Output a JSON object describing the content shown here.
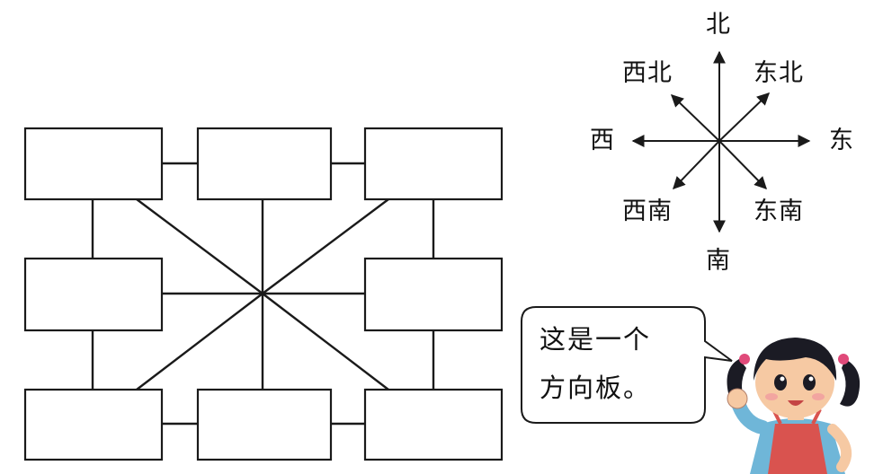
{
  "compass": {
    "north": "北",
    "south": "南",
    "east": "东",
    "west": "西",
    "northeast": "东北",
    "northwest": "西北",
    "southeast": "东南",
    "southwest": "西南"
  },
  "speech_bubble": {
    "line1": "这是一个",
    "line2": "方向板。"
  },
  "colors": {
    "line": "#1a1a1a",
    "girl_hair": "#1b1b24",
    "girl_shirt": "#6fb6d8",
    "girl_apron": "#d9534f",
    "girl_skin": "#f6c9a3"
  },
  "icons": [
    "girl-character-icon",
    "compass-arrows-icon"
  ]
}
